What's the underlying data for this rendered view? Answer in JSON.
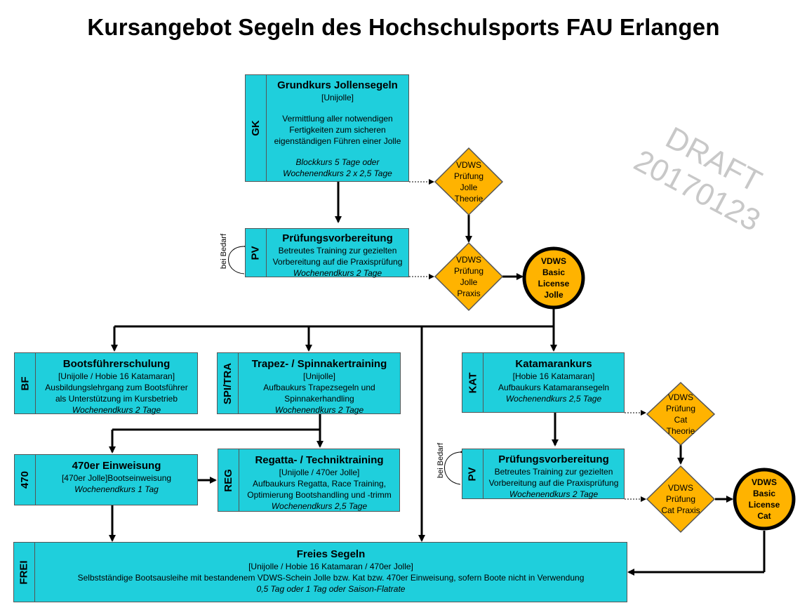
{
  "title": "Kursangebot Segeln des Hochschulsports FAU Erlangen",
  "watermark": {
    "line1": "DRAFT",
    "line2": "20170123"
  },
  "side_note": "bei Bedarf",
  "colors": {
    "box": "#1fcfdc",
    "diamond": "#ffb300",
    "circle": "#ffb300"
  },
  "boxes": {
    "gk": {
      "code": "GK",
      "title": "Grundkurs Jollensegeln",
      "sub": "[Unijolle]",
      "desc1": "Vermittlung aller notwendigen",
      "desc2": "Fertigkeiten zum sicheren",
      "desc3": "eigenständigen Führen einer Jolle",
      "dur1": "Blockkurs 5 Tage oder",
      "dur2": "Wochenendkurs 2 x 2,5 Tage"
    },
    "pv1": {
      "code": "PV",
      "title": "Prüfungsvorbereitung",
      "desc1": "Betreutes Training zur gezielten",
      "desc2": "Vorbereitung auf die Praxisprüfung",
      "dur": "Wochenendkurs 2 Tage"
    },
    "bf": {
      "code": "BF",
      "title": "Bootsführerschulung",
      "sub": "[Unijolle / Hobie 16 Katamaran]",
      "desc1": "Ausbildungslehrgang zum Bootsführer",
      "desc2": "als Unterstützung im Kursbetrieb",
      "dur": "Wochenendkurs 2 Tage"
    },
    "spi": {
      "code": "SPI/TRA",
      "title": "Trapez- / Spinnakertraining",
      "sub": "[Unijolle]",
      "desc1": "Aufbaukurs Trapezsegeln und",
      "desc2": "Spinnakerhandling",
      "dur": "Wochenendkurs 2 Tage"
    },
    "kat": {
      "code": "KAT",
      "title": "Katamarankurs",
      "sub": "[Hobie 16 Katamaran]",
      "desc1": "Aufbaukurs Katamaransegeln",
      "dur": "Wochenendkurs 2,5 Tage"
    },
    "e470": {
      "code": "470",
      "title": "470er Einweisung",
      "sub": "[470er Jolle]Bootseinweisung",
      "dur": "Wochenendkurs 1 Tag"
    },
    "reg": {
      "code": "REG",
      "title": "Regatta- / Techniktraining",
      "sub": "[Unijolle / 470er Jolle]",
      "desc1": "Aufbaukurs Regatta, Race Training,",
      "desc2": "Optimierung Bootshandling und -trimm",
      "dur": "Wochenendkurs 2,5 Tage"
    },
    "pv2": {
      "code": "PV",
      "title": "Prüfungsvorbereitung",
      "desc1": "Betreutes Training zur gezielten",
      "desc2": "Vorbereitung auf die Praxisprüfung",
      "dur": "Wochenendkurs 2 Tage"
    },
    "frei": {
      "code": "FREI",
      "title": "Freies Segeln",
      "sub": "[Unijolle / Hobie 16 Katamaran / 470er Jolle]",
      "desc1": "Selbstständige Bootsausleihe mit bestandenem VDWS-Schein Jolle bzw. Kat bzw. 470er Einweisung, sofern Boote nicht in Verwendung",
      "dur": "0,5 Tag oder 1 Tag oder Saison-Flatrate"
    }
  },
  "diamonds": {
    "d1": {
      "l1": "VDWS",
      "l2": "Prüfung",
      "l3": "Jolle",
      "l4": "Theorie"
    },
    "d2": {
      "l1": "VDWS",
      "l2": "Prüfung",
      "l3": "Jolle",
      "l4": "Praxis"
    },
    "d3": {
      "l1": "VDWS",
      "l2": "Prüfung",
      "l3": "Cat",
      "l4": "Theorie"
    },
    "d4": {
      "l1": "VDWS",
      "l2": "Prüfung",
      "l3": "Cat Praxis"
    }
  },
  "circles": {
    "c1": {
      "l1": "VDWS",
      "l2": "Basic",
      "l3": "License",
      "l4": "Jolle"
    },
    "c2": {
      "l1": "VDWS",
      "l2": "Basic",
      "l3": "License",
      "l4": "Cat"
    }
  }
}
